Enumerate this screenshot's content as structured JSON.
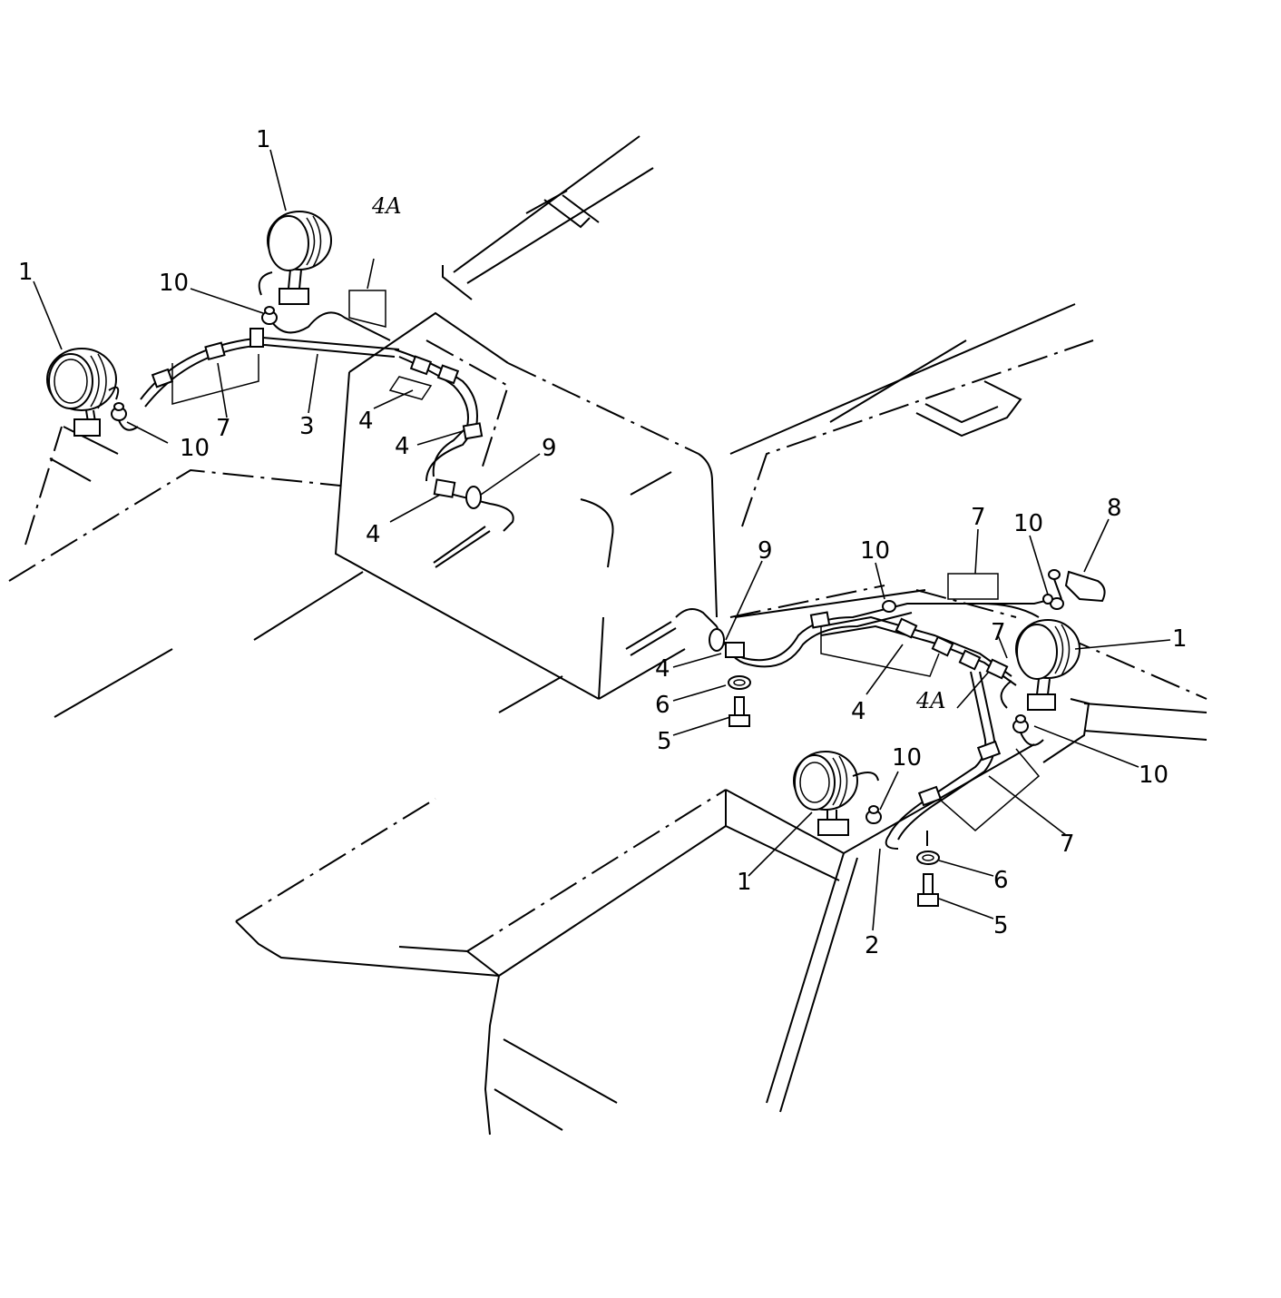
{
  "diagram": {
    "callouts": [
      {
        "id": "c1a",
        "text": "1"
      },
      {
        "id": "c1b",
        "text": "1"
      },
      {
        "id": "c1c",
        "text": "1"
      },
      {
        "id": "c1d",
        "text": "1"
      },
      {
        "id": "c2",
        "text": "2"
      },
      {
        "id": "c3",
        "text": "3"
      },
      {
        "id": "c4a",
        "text": "4"
      },
      {
        "id": "c4b",
        "text": "4"
      },
      {
        "id": "c4c",
        "text": "4"
      },
      {
        "id": "c4d",
        "text": "4"
      },
      {
        "id": "c4e",
        "text": "4"
      },
      {
        "id": "c4Aa",
        "text": "4A"
      },
      {
        "id": "c4Ab",
        "text": "4A"
      },
      {
        "id": "c5a",
        "text": "5"
      },
      {
        "id": "c5b",
        "text": "5"
      },
      {
        "id": "c6a",
        "text": "6"
      },
      {
        "id": "c6b",
        "text": "6"
      },
      {
        "id": "c7a",
        "text": "7"
      },
      {
        "id": "c7b",
        "text": "7"
      },
      {
        "id": "c7c",
        "text": "7"
      },
      {
        "id": "c7d",
        "text": "7"
      },
      {
        "id": "c8",
        "text": "8"
      },
      {
        "id": "c9a",
        "text": "9"
      },
      {
        "id": "c9b",
        "text": "9"
      },
      {
        "id": "c10a",
        "text": "10"
      },
      {
        "id": "c10b",
        "text": "10"
      },
      {
        "id": "c10c",
        "text": "10"
      },
      {
        "id": "c10d",
        "text": "10"
      },
      {
        "id": "c10e",
        "text": "10"
      },
      {
        "id": "c10f",
        "text": "10"
      }
    ]
  }
}
